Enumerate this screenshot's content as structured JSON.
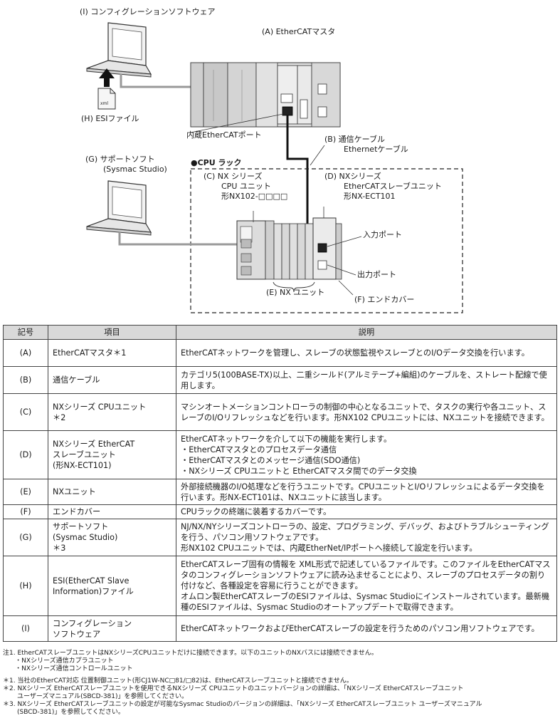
{
  "diagram": {
    "labels": {
      "config_sw": "(I)  コンフィグレーションソフトウェア",
      "esi_file": "(H)  ESIファイル",
      "xml_tag": "xml",
      "master": "(A)  EtherCATマスタ",
      "builtin_port": "内蔵EtherCATポート",
      "cable_1": "(B)  通信ケーブル",
      "cable_2": "Ethernetケーブル",
      "support_sw_1": "(G)  サポートソフト",
      "support_sw_2": "(Sysmac Studio)",
      "cpu_rack": "●CPU ラック",
      "cpu_unit_1": "(C)  NX シリーズ",
      "cpu_unit_2": "CPU ユニット",
      "cpu_unit_3": "形NX102-□□□□",
      "slave_unit_1": "(D)  NXシリーズ",
      "slave_unit_2": "EtherCATスレーブユニット",
      "slave_unit_3": "形NX-ECT101",
      "input_port": "入力ポート",
      "output_port": "出力ポート",
      "nx_unit": "(E)  NX ユニット",
      "end_cover": "(F)  エンドカバー"
    }
  },
  "table": {
    "headers": [
      "記号",
      "項目",
      "説明"
    ],
    "rows": [
      {
        "sym": "(A)",
        "item": "EtherCATマスタ＊1",
        "desc": "EtherCATネットワークを管理し、スレーブの状態監視やスレーブとのI/Oデータ交換を行います。"
      },
      {
        "sym": "(B)",
        "item": "通信ケーブル",
        "desc": "カテゴリ5(100BASE-TX)以上、二重シールド(アルミテープ+編組)のケーブルを、ストレート配線で使用します。"
      },
      {
        "sym": "(C)",
        "item": "NXシリーズ CPUユニット\n＊2",
        "desc": "マシンオートメーションコントローラの制御の中心となるユニットで、タスクの実行や各ユニット、スレーブのI/Oリフレッシュなどを行います。形NX102 CPUユニットには、NXユニットを接続できます。"
      },
      {
        "sym": "(D)",
        "item": "NXシリーズ EtherCAT\nスレーブユニット\n(形NX-ECT101)",
        "desc": "EtherCATネットワークを介して以下の機能を実行します。\n・EtherCATマスタとのプロセスデータ通信\n・EtherCATマスタとのメッセージ通信(SDO通信)\n・NXシリーズ CPUユニットと EtherCATマスタ間でのデータ交換"
      },
      {
        "sym": "(E)",
        "item": "NXユニット",
        "desc": "外部接続機器のI/O処理などを行うユニットです。CPUユニットとI/Oリフレッシュによるデータ交換を行います。形NX-ECT101は、NXユニットに該当します。"
      },
      {
        "sym": "(F)",
        "item": "エンドカバー",
        "desc": "CPUラックの終端に装着するカバーです。"
      },
      {
        "sym": "(G)",
        "item": "サポートソフト\n(Sysmac Studio)\n＊3",
        "desc": "NJ/NX/NYシリーズコントローラの、設定、プログラミング、デバッグ、およびトラブルシューティングを行う、パソコン用ソフトウェアです。\n形NX102 CPUユニットでは、内蔵EtherNet/IPポートへ接続して設定を行います。"
      },
      {
        "sym": "(H)",
        "item": "ESI(EtherCAT Slave\nInformation)ファイル",
        "desc": "EtherCATスレーブ固有の情報を XML形式で記述しているファイルです。このファイルをEtherCATマスタのコンフィグレーションソフトウェアに読み込ませることにより、スレーブのプロセスデータの割り付けなど、各種設定を容易に行うことができます。\nオムロン製EtherCATスレーブのESIファイルは、Sysmac Studioにインストールされています。最新機種のESIファイルは、Sysmac Studioのオートアップデートで取得できます。"
      },
      {
        "sym": "(I)",
        "item": "コンフィグレーション\nソフトウェア",
        "desc": "EtherCATネットワークおよびEtherCATスレーブの設定を行うためのパソコン用ソフトウェアです。"
      }
    ]
  },
  "notes": {
    "note1": "注1. EtherCATスレーブユニットはNXシリーズCPUユニットだけに接続できます。以下のユニットのNXバスには接続できません。",
    "note1_a": "      ・NXシリーズ通信カプラユニット",
    "note1_b": "      ・NXシリーズ通信コントロールユニット",
    "star1": "＊1. 当社のEtherCAT対応 位置制御ユニット(形CJ1W-NC□81/□82)は、EtherCATスレーブユニットと接続できません。",
    "star2_a": "＊2. NXシリーズ EtherCATスレーブユニットを使用できるNXシリーズ CPUユニットのユニットバージョンの詳細は、「NXシリーズ EtherCATスレーブユニット",
    "star2_b": "       ユーザーズマニュアル(SBCD-381)」を参照してください。",
    "star3_a": "＊3. NXシリーズ EtherCATスレーブユニットの設定が可能なSysmac Studioのバージョンの詳細は、「NXシリーズ EtherCATスレーブユニット ユーザーズマニュアル",
    "star3_b": "       (SBCD-381)」を参照してください。"
  }
}
